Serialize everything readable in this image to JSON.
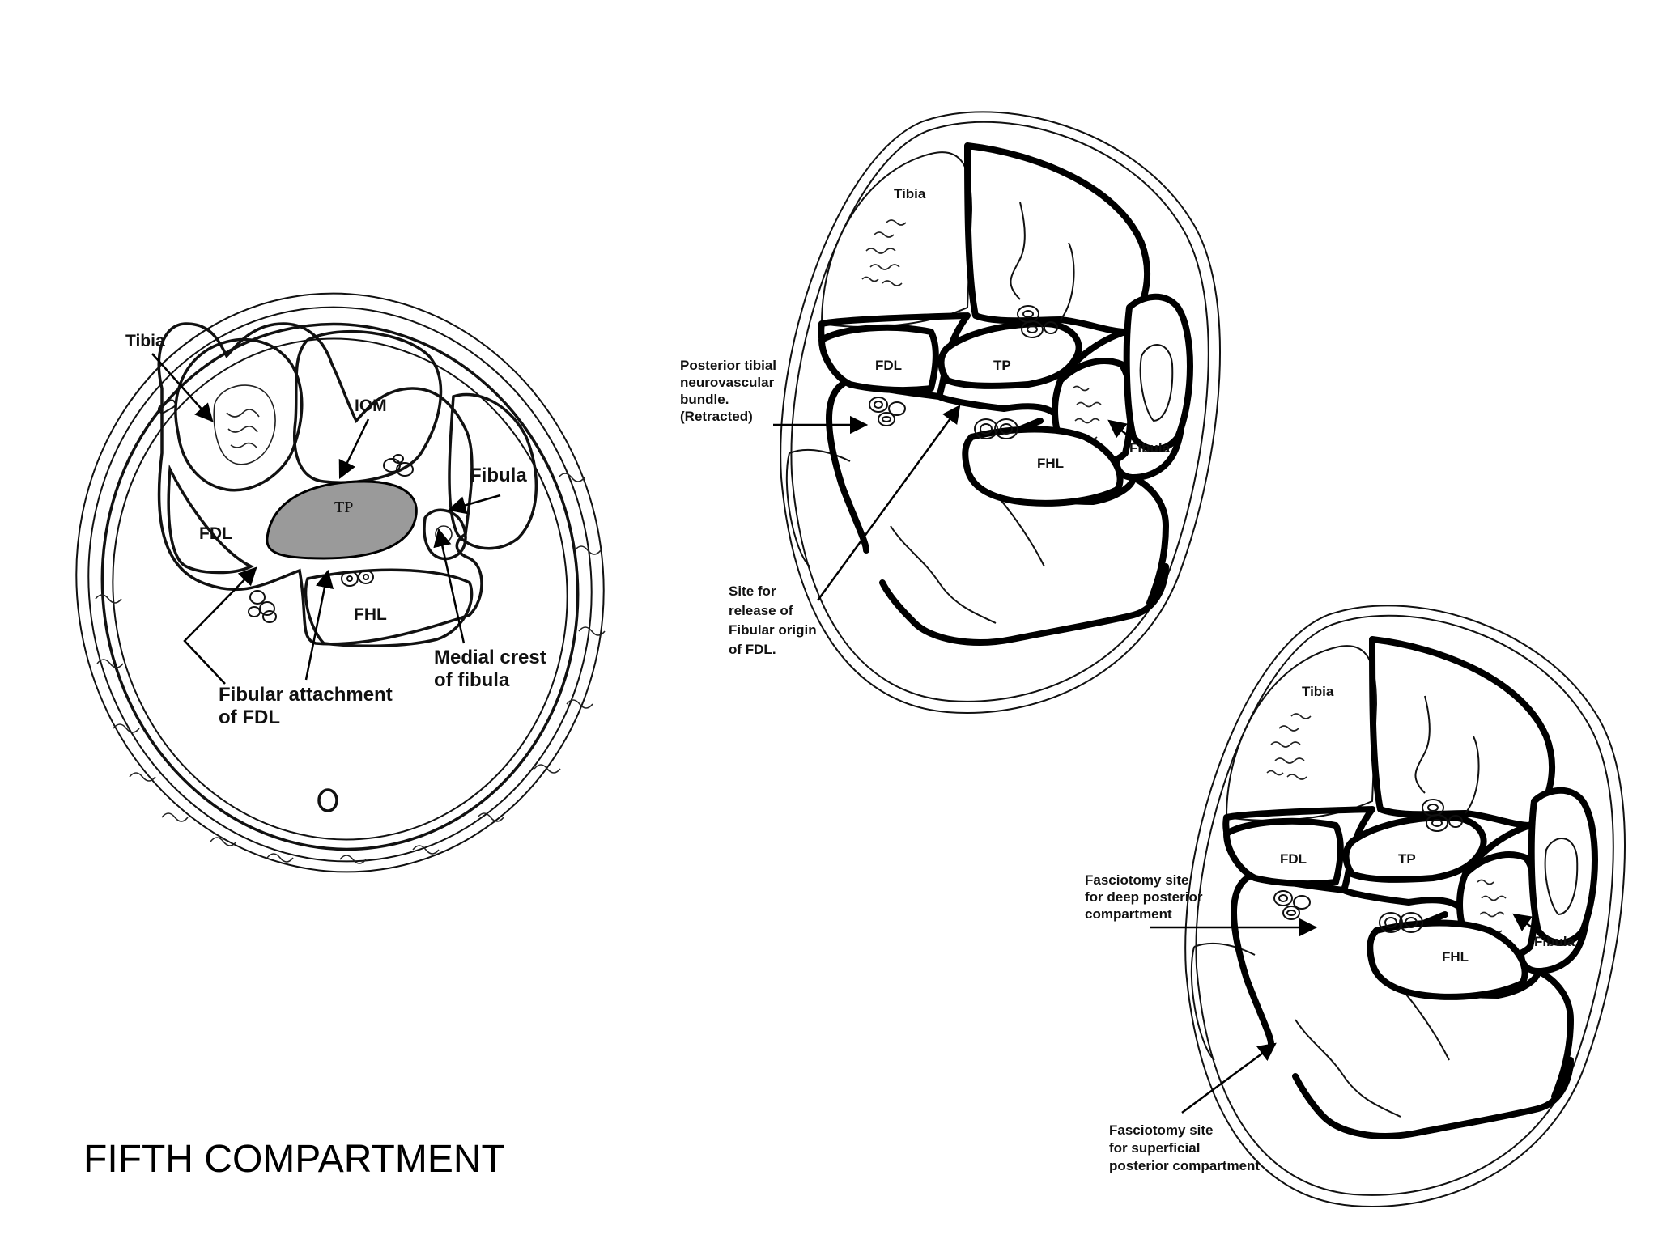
{
  "heading": "FIFTH COMPARTMENT",
  "left_diagram": {
    "labels": {
      "tibia": "Tibia",
      "iom": "IOM",
      "tp": "TP",
      "fibula": "Fibula",
      "fdl": "FDL",
      "fhl": "FHL",
      "medial_crest_line1": "Medial crest",
      "medial_crest_line2": "of fibula",
      "fibular_attachment_line1": "Fibular attachment",
      "fibular_attachment_line2": "of FDL"
    },
    "colors": {
      "tp_fill": "#9a9a9a"
    }
  },
  "middle_diagram": {
    "labels": {
      "tibia": "Tibia",
      "fdl": "FDL",
      "tp": "TP",
      "fhl": "FHL",
      "fibula": "Fibula",
      "bundle_line1": "Posterior tibial",
      "bundle_line2": "neurovascular",
      "bundle_line3": "bundle.",
      "bundle_line4": "(Retracted)",
      "release_line1": "Site for",
      "release_line2": "release of",
      "release_line3": "Fibular origin",
      "release_line4": "of FDL."
    }
  },
  "right_diagram": {
    "labels": {
      "tibia": "Tibia",
      "fdl": "FDL",
      "tp": "TP",
      "fhl": "FHL",
      "fibula": "Fibula",
      "deep_line1": "Fasciotomy site",
      "deep_line2": "for deep posterior",
      "deep_line3": "compartment",
      "superficial_line1": "Fasciotomy site",
      "superficial_line2": "for superficial",
      "superficial_line3": "posterior compartment"
    }
  }
}
